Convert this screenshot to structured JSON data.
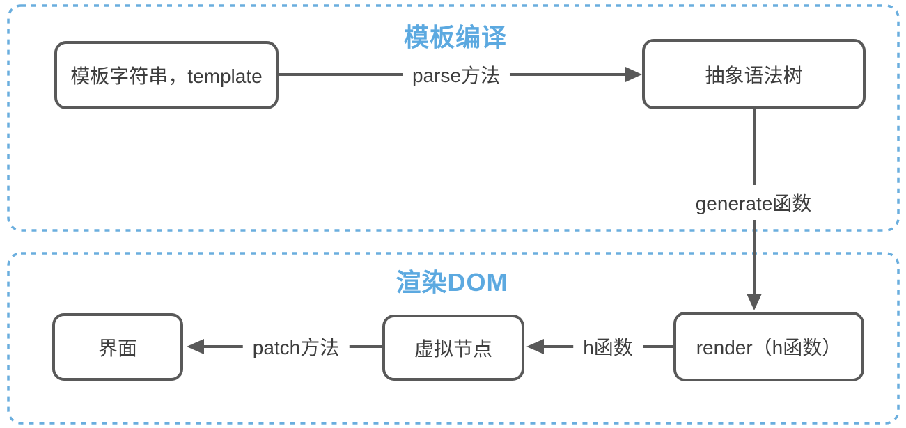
{
  "diagram": {
    "sections": [
      {
        "id": "compile",
        "title": "模板编译"
      },
      {
        "id": "render-dom",
        "title": "渲染DOM"
      }
    ],
    "nodes": [
      {
        "id": "template",
        "label": "模板字符串，template"
      },
      {
        "id": "ast",
        "label": "抽象语法树"
      },
      {
        "id": "render",
        "label": "render（h函数）"
      },
      {
        "id": "vnode",
        "label": "虚拟节点"
      },
      {
        "id": "ui",
        "label": "界面"
      }
    ],
    "edges": [
      {
        "id": "parse",
        "label": "parse方法",
        "from": "template",
        "to": "ast"
      },
      {
        "id": "generate",
        "label": "generate函数",
        "from": "ast",
        "to": "render"
      },
      {
        "id": "h",
        "label": "h函数",
        "from": "render",
        "to": "vnode"
      },
      {
        "id": "patch",
        "label": "patch方法",
        "from": "vnode",
        "to": "ui"
      }
    ],
    "colors": {
      "accent_blue": "#5ca9e0",
      "dash_border_blue": "#6aaede",
      "shape_gray": "#595959",
      "text_dark": "#3d3d3d",
      "background": "#ffffff"
    }
  }
}
